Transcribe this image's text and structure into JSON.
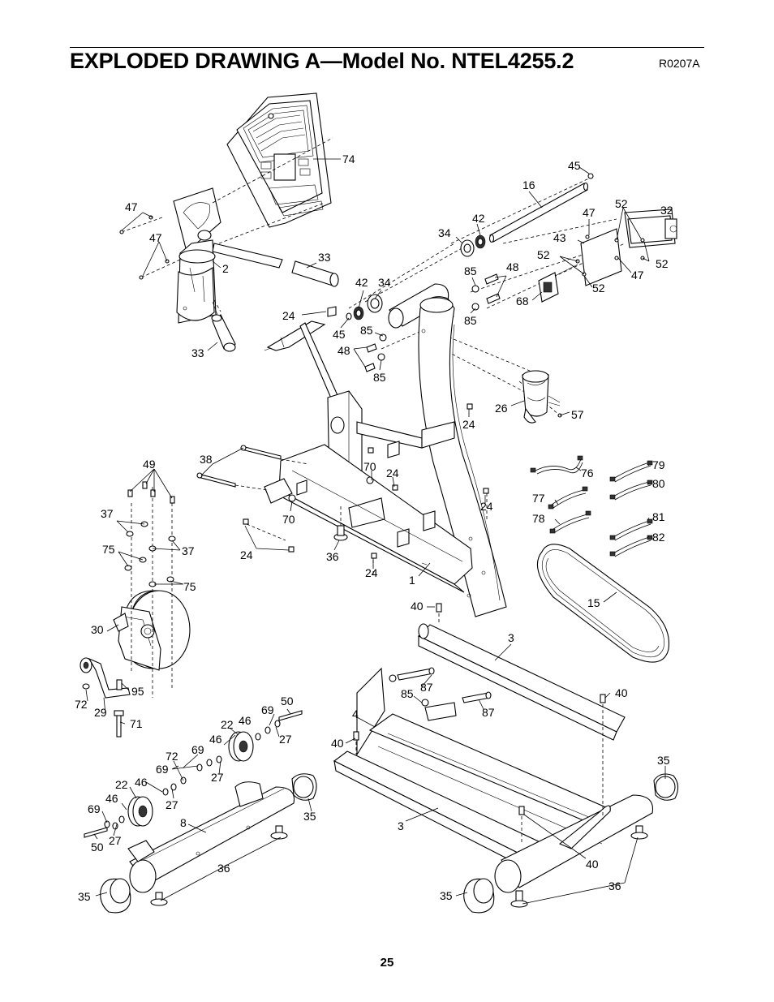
{
  "header": {
    "title": "EXPLODED DRAWING A—Model No. NTEL4255.2",
    "drawing_code": "R0207A"
  },
  "footer": {
    "page_number": "25"
  },
  "part_labels": [
    {
      "text": "74"
    },
    {
      "text": "45"
    },
    {
      "text": "16"
    },
    {
      "text": "47"
    },
    {
      "text": "52"
    },
    {
      "text": "32"
    },
    {
      "text": "42"
    },
    {
      "text": "34"
    },
    {
      "text": "43"
    },
    {
      "text": "47"
    },
    {
      "text": "47"
    },
    {
      "text": "2"
    },
    {
      "text": "33"
    },
    {
      "text": "52"
    },
    {
      "text": "52"
    },
    {
      "text": "48"
    },
    {
      "text": "85"
    },
    {
      "text": "68"
    },
    {
      "text": "52"
    },
    {
      "text": "47"
    },
    {
      "text": "42"
    },
    {
      "text": "34"
    },
    {
      "text": "85"
    },
    {
      "text": "24"
    },
    {
      "text": "45"
    },
    {
      "text": "85"
    },
    {
      "text": "48"
    },
    {
      "text": "85"
    },
    {
      "text": "33"
    },
    {
      "text": "26"
    },
    {
      "text": "57"
    },
    {
      "text": "24"
    },
    {
      "text": "49"
    },
    {
      "text": "38"
    },
    {
      "text": "70"
    },
    {
      "text": "24"
    },
    {
      "text": "76"
    },
    {
      "text": "79"
    },
    {
      "text": "80"
    },
    {
      "text": "37"
    },
    {
      "text": "77"
    },
    {
      "text": "24"
    },
    {
      "text": "78"
    },
    {
      "text": "81"
    },
    {
      "text": "70"
    },
    {
      "text": "82"
    },
    {
      "text": "75"
    },
    {
      "text": "37"
    },
    {
      "text": "24"
    },
    {
      "text": "36"
    },
    {
      "text": "24"
    },
    {
      "text": "75"
    },
    {
      "text": "1"
    },
    {
      "text": "15"
    },
    {
      "text": "40"
    },
    {
      "text": "30"
    },
    {
      "text": "3"
    },
    {
      "text": "95"
    },
    {
      "text": "87"
    },
    {
      "text": "40"
    },
    {
      "text": "72"
    },
    {
      "text": "85"
    },
    {
      "text": "29"
    },
    {
      "text": "50"
    },
    {
      "text": "87"
    },
    {
      "text": "71"
    },
    {
      "text": "69"
    },
    {
      "text": "4"
    },
    {
      "text": "22"
    },
    {
      "text": "46"
    },
    {
      "text": "27"
    },
    {
      "text": "40"
    },
    {
      "text": "46"
    },
    {
      "text": "69"
    },
    {
      "text": "72"
    },
    {
      "text": "35"
    },
    {
      "text": "69"
    },
    {
      "text": "27"
    },
    {
      "text": "22"
    },
    {
      "text": "46"
    },
    {
      "text": "27"
    },
    {
      "text": "35"
    },
    {
      "text": "46"
    },
    {
      "text": "69"
    },
    {
      "text": "8"
    },
    {
      "text": "3"
    },
    {
      "text": "27"
    },
    {
      "text": "50"
    },
    {
      "text": "40"
    },
    {
      "text": "36"
    },
    {
      "text": "36"
    },
    {
      "text": "35"
    },
    {
      "text": "35"
    }
  ]
}
